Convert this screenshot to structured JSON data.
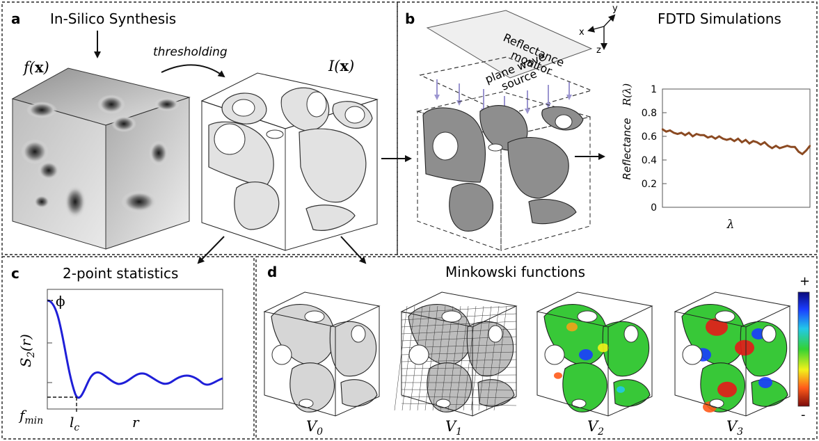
{
  "panels": {
    "a": {
      "letter": "a",
      "title": "In-Silico Synthesis",
      "arrow_label": "thresholding",
      "field_label": "f(",
      "field_bold": "x",
      "field_close": ")",
      "indicator_label": "I(",
      "indicator_bold": "x",
      "indicator_close": ")"
    },
    "b": {
      "letter": "b",
      "title": "FDTD Simulations",
      "monitor_line1": "Reflectance",
      "monitor_line2": "monitor",
      "source_line1": "plane wave",
      "source_line2": "source",
      "axis_x": "x",
      "axis_y": "y",
      "axis_z": "z"
    },
    "c": {
      "letter": "c",
      "title": "2-point statistics",
      "phi_label": "ϕ",
      "fmin_label": "f",
      "fmin_sub": "min",
      "lc_label": "l",
      "lc_sub": "c",
      "r_label": "r",
      "y_label": "S",
      "y_sub": "2",
      "y_arg": "(r)"
    },
    "d": {
      "letter": "d",
      "title": "Minkowski functions",
      "labels": [
        {
          "v": "V",
          "sub": "0"
        },
        {
          "v": "V",
          "sub": "1"
        },
        {
          "v": "V",
          "sub": "2"
        },
        {
          "v": "V",
          "sub": "3"
        }
      ],
      "colorbar_plus": "+",
      "colorbar_minus": "-"
    }
  },
  "colors": {
    "curve_blue": "#1f1fd8",
    "reflectance_brown": "#8b4a22",
    "source_arrows": "#9b95d0"
  },
  "chart_data": {
    "type": "line",
    "title": "",
    "xlabel": "λ",
    "ylabel_main": "Reflectance",
    "ylabel_symbol": "R(λ)",
    "ylim": [
      0,
      1
    ],
    "y_ticks": [
      "0",
      "0.2",
      "0.4",
      "0.6",
      "0.8",
      "1"
    ],
    "y_tick_values": [
      0,
      0.2,
      0.4,
      0.6,
      0.8,
      1
    ],
    "x_index": [
      0,
      1,
      2,
      3,
      4,
      5,
      6,
      7,
      8,
      9,
      10,
      11,
      12,
      13,
      14,
      15,
      16,
      17,
      18,
      19,
      20,
      21,
      22,
      23,
      24,
      25,
      26,
      27,
      28,
      29,
      30,
      31,
      32,
      33,
      34,
      35,
      36,
      37,
      38,
      39
    ],
    "values": [
      0.66,
      0.64,
      0.65,
      0.63,
      0.62,
      0.63,
      0.61,
      0.63,
      0.6,
      0.62,
      0.61,
      0.61,
      0.59,
      0.6,
      0.58,
      0.6,
      0.58,
      0.57,
      0.58,
      0.56,
      0.58,
      0.55,
      0.57,
      0.54,
      0.56,
      0.55,
      0.53,
      0.55,
      0.52,
      0.5,
      0.52,
      0.5,
      0.51,
      0.52,
      0.51,
      0.51,
      0.47,
      0.45,
      0.48,
      0.52
    ],
    "grid": false
  }
}
